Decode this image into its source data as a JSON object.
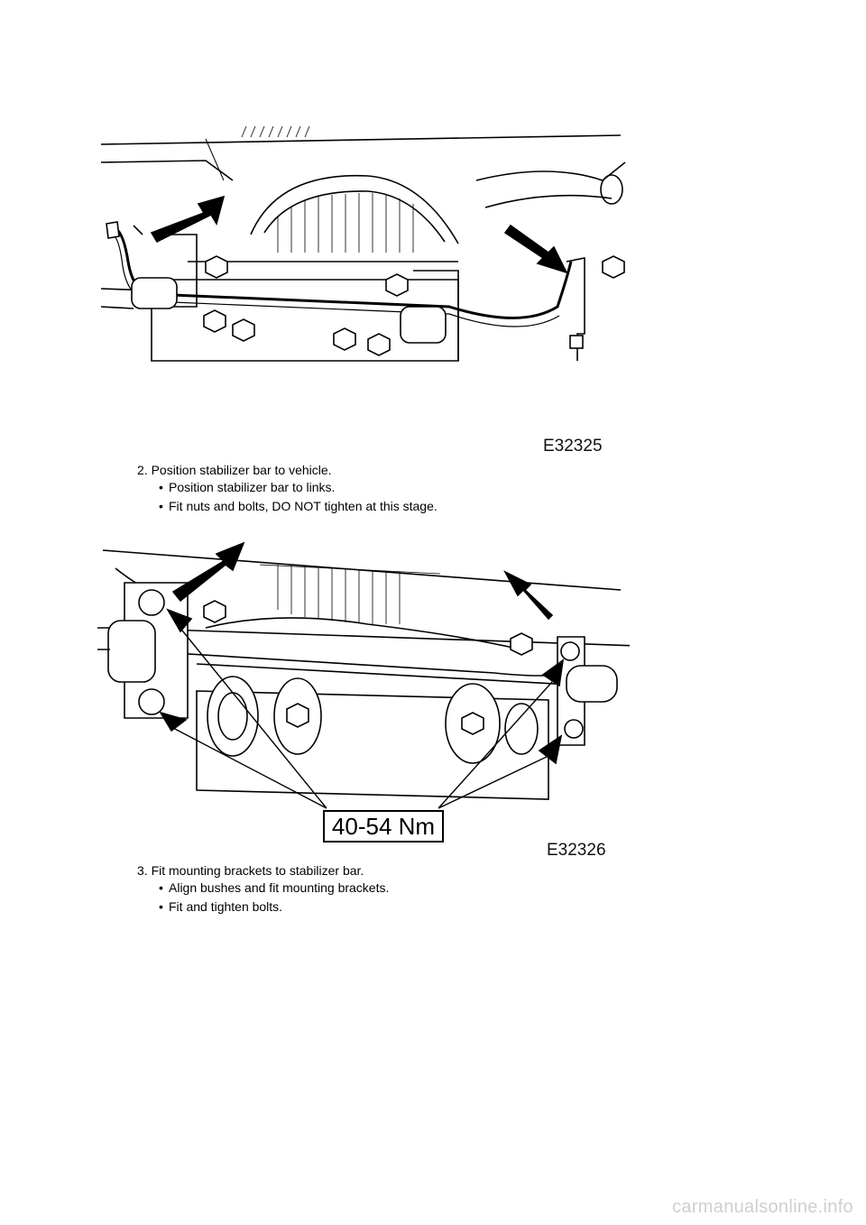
{
  "figure1": {
    "code": "E32325"
  },
  "step2": {
    "text": "2. Position stabilizer bar to vehicle.",
    "bullets": [
      "Position stabilizer bar to links.",
      "Fit nuts and bolts, DO NOT tighten at this stage."
    ]
  },
  "figure2": {
    "code": "E32326",
    "torque_label": "40-54 Nm"
  },
  "step3": {
    "text": "3. Fit mounting brackets to stabilizer bar.",
    "bullets": [
      "Align bushes and fit mounting brackets.",
      "Fit and tighten bolts."
    ]
  },
  "bullet_glyph": "•",
  "watermark": "carmanualsonline.info"
}
